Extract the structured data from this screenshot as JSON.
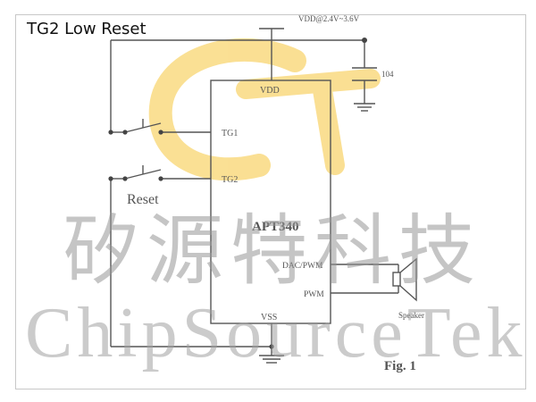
{
  "title": "TG2 Low Reset",
  "supply": {
    "label": "VDD@2.4V~3.6V"
  },
  "capacitor": {
    "label": "104"
  },
  "chip": {
    "name": "APT340",
    "pins": {
      "vdd": "VDD",
      "tg1": "TG1",
      "tg2": "TG2",
      "dac_pwm": "DAC/PWM",
      "pwm": "PWM",
      "vss": "VSS"
    }
  },
  "reset_label": "Reset",
  "speaker_label": "Speaker",
  "figure_label": "Fig. 1",
  "watermark": {
    "chinese": "矽源特科技",
    "english": "ChipSourceTek"
  },
  "colors": {
    "wire": "#555555",
    "node": "#444444",
    "logo_yellow": "#f6c63c"
  }
}
